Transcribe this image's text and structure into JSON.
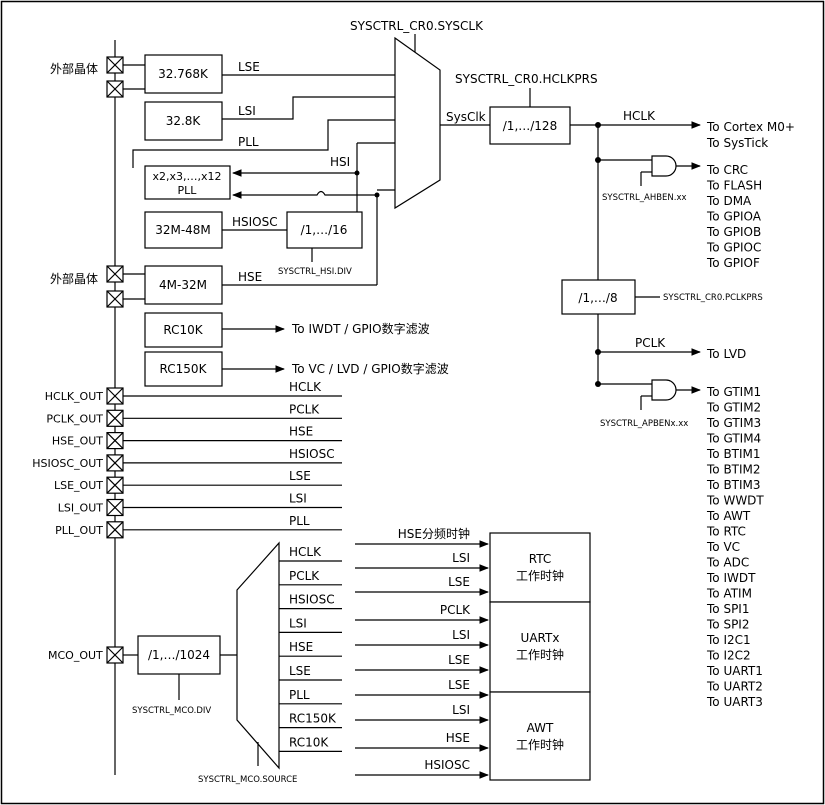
{
  "external_crystal_1": "外部晶体",
  "external_crystal_2": "外部晶体",
  "osc_lse_box": "32.768K",
  "osc_lsi_box": "32.8K",
  "pll_box_line1": "x2,x3,…,x12",
  "pll_box_line2": "PLL",
  "hsiosc_box": "32M-48M",
  "hsi_div_box": "/1,…/16",
  "hse_box": "4M-32M",
  "rc10k_box": "RC10K",
  "rc150k_box": "RC150K",
  "lbl_lse": "LSE",
  "lbl_lsi": "LSI",
  "lbl_pll": "PLL",
  "lbl_hsi": "HSI",
  "lbl_hsiosc": "HSIOSC",
  "lbl_hse": "HSE",
  "sysclk_mux_label": "SYSCTRL_CR0.SYSCLK",
  "hclkprs_label": "SYSCTRL_CR0.HCLKPRS",
  "sysclk_signal": "SysClk",
  "hclk_div_box": "/1,…/128",
  "hclk_signal": "HCLK",
  "to_cortex": "To Cortex M0+",
  "to_systick": "To SysTick",
  "ahben_label": "SYSCTRL_AHBEN.xx",
  "ahb_targets": [
    "To CRC",
    "To FLASH",
    "To DMA",
    "To GPIOA",
    "To GPIOB",
    "To GPIOC",
    "To GPIOF"
  ],
  "hsi_div_label": "SYSCTRL_HSI.DIV",
  "pclk_div_box": "/1,…/8",
  "pclkprs_label": "SYSCTRL_CR0.PCLKPRS",
  "to_iwdt_filter": "To IWDT / GPIO数字滤波",
  "to_vc_filter": "To VC / LVD / GPIO数字滤波",
  "pclk_signal": "PCLK",
  "to_lvd": "To LVD",
  "apben_label": "SYSCTRL_APBENx.xx",
  "apb_targets": [
    "To GTIM1",
    "To GTIM2",
    "To GTIM3",
    "To GTIM4",
    "To BTIM1",
    "To BTIM2",
    "To BTIM3",
    "To WWDT",
    "To AWT",
    "To RTC",
    "To VC",
    "To ADC",
    "To IWDT",
    "To ATIM",
    "To SPI1",
    "To SPI2",
    "To I2C1",
    "To I2C2",
    "To UART1",
    "To UART2",
    "To UART3"
  ],
  "out_pins": [
    {
      "pin": "HCLK_OUT",
      "signal": "HCLK"
    },
    {
      "pin": "PCLK_OUT",
      "signal": "PCLK"
    },
    {
      "pin": "HSE_OUT",
      "signal": "HSE"
    },
    {
      "pin": "HSIOSC_OUT",
      "signal": "HSIOSC"
    },
    {
      "pin": "LSE_OUT",
      "signal": "LSE"
    },
    {
      "pin": "LSI_OUT",
      "signal": "LSI"
    },
    {
      "pin": "PLL_OUT",
      "signal": "PLL"
    }
  ],
  "mco_out": "MCO_OUT",
  "mco_div_box": "/1,…/1024",
  "mco_div_label": "SYSCTRL_MCO.DIV",
  "mco_source_label": "SYSCTRL_MCO.SOURCE",
  "mco_inputs": [
    "HCLK",
    "PCLK",
    "HSIOSC",
    "LSI",
    "HSE",
    "LSE",
    "PLL",
    "RC150K",
    "RC10K"
  ],
  "rtc_inputs": [
    "HSE分频时钟",
    "LSI",
    "LSE"
  ],
  "uart_inputs": [
    "PCLK",
    "LSI",
    "LSE",
    "LSE"
  ],
  "awt_inputs": [
    "LSI",
    "HSE",
    "HSIOSC"
  ],
  "rtc_block": {
    "line1": "RTC",
    "line2": "工作时钟"
  },
  "uart_block": {
    "line1": "UARTx",
    "line2": "工作时钟"
  },
  "awt_block": {
    "line1": "AWT",
    "line2": "工作时钟"
  }
}
